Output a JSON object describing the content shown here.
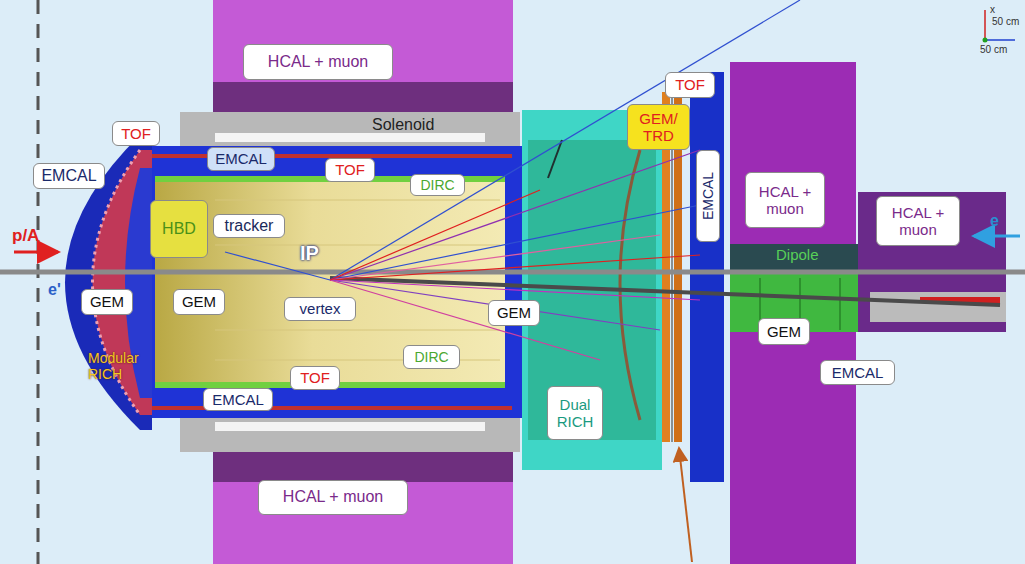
{
  "diagram": {
    "nodes": [
      {
        "text": [
          "HCAL + muon"
        ]
      },
      {
        "text": [
          "TOF"
        ]
      },
      {
        "text": [
          "GEM/ TRD"
        ]
      },
      {
        "text": [
          "TOF"
        ]
      },
      {
        "text": [
          "EMCAL"
        ]
      },
      {
        "text": [
          "EMCAL"
        ]
      },
      {
        "text": [
          "TOF"
        ]
      },
      {
        "text": [
          "DIRC"
        ]
      },
      {
        "text": [
          "EMCAL"
        ]
      },
      {
        "text": [
          "HCAL + muon"
        ]
      },
      {
        "text": [
          "HCAL + muon"
        ]
      },
      {
        "text": [
          "tracker"
        ]
      },
      {
        "text": [
          "HBD"
        ]
      },
      {
        "text": [
          "GEM"
        ]
      },
      {
        "text": [
          "GEM"
        ]
      },
      {
        "text": [
          "vertex"
        ]
      },
      {
        "text": [
          "GEM"
        ]
      },
      {
        "text": [
          "GEM"
        ]
      },
      {
        "text": [
          "DIRC"
        ]
      },
      {
        "text": [
          "TOF"
        ]
      },
      {
        "text": [
          "EMCAL"
        ]
      },
      {
        "text": [
          "Dual RICH"
        ]
      },
      {
        "text": [
          "EMCAL"
        ]
      },
      {
        "text": [
          "HCAL + muon"
        ]
      }
    ],
    "labels": [
      "Solenoid",
      "p/A",
      "IP",
      "Dipole",
      "e",
      "e'",
      "Modular RICH",
      "x",
      "50 cm",
      "50 cm"
    ]
  }
}
